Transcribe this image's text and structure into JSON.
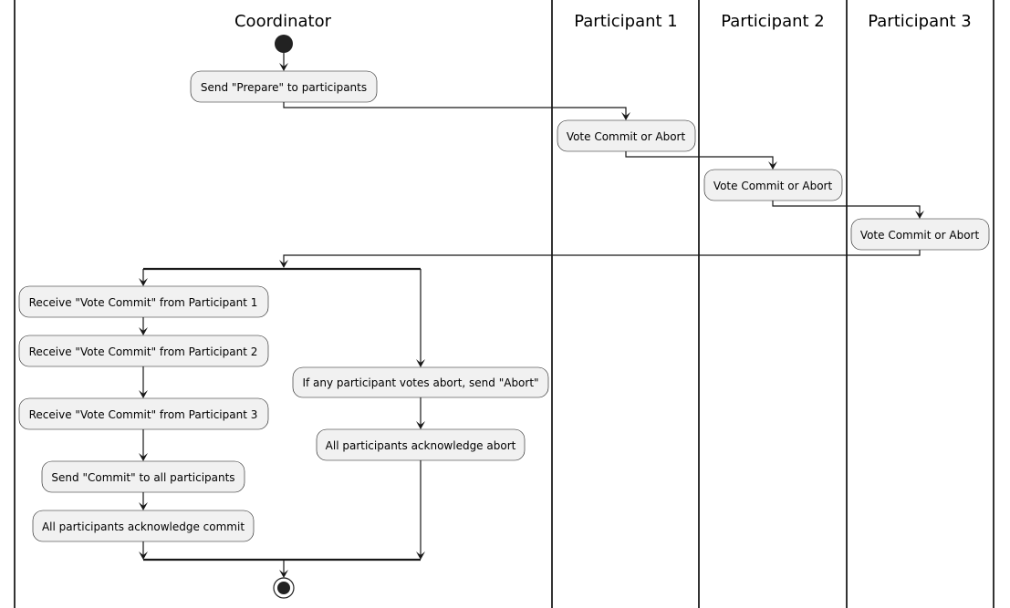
{
  "swimlanes": {
    "coordinator": "Coordinator",
    "participant1": "Participant 1",
    "participant2": "Participant 2",
    "participant3": "Participant 3"
  },
  "activities": {
    "send_prepare": "Send \"Prepare\" to participants",
    "p1_vote": "Vote Commit or Abort",
    "p2_vote": "Vote Commit or Abort",
    "p3_vote": "Vote Commit or Abort",
    "receive_vote_p1": "Receive \"Vote Commit\" from Participant 1",
    "receive_vote_p2": "Receive \"Vote Commit\" from Participant 2",
    "receive_vote_p3": "Receive \"Vote Commit\" from Participant 3",
    "send_commit": "Send \"Commit\" to all participants",
    "ack_commit": "All participants acknowledge commit",
    "abort_if_any": "If any participant votes abort, send \"Abort\"",
    "ack_abort": "All participants acknowledge abort"
  },
  "colors": {
    "box_fill": "#f1f1f1",
    "line": "#181818",
    "start_node": "#222222"
  }
}
